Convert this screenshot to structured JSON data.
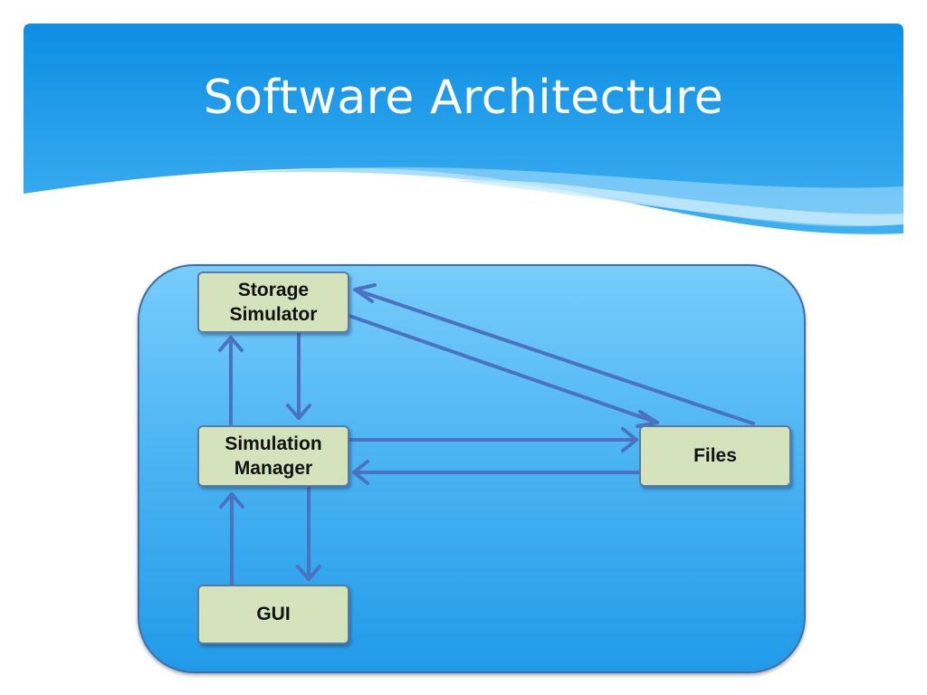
{
  "slide": {
    "title": "Software Architecture"
  },
  "diagram": {
    "nodes": {
      "storage_simulator": "Storage\nSimulator",
      "simulation_manager": "Simulation\nManager",
      "gui": "GUI",
      "files": "Files"
    },
    "edges": [
      {
        "from": "storage_simulator",
        "to": "simulation_manager"
      },
      {
        "from": "simulation_manager",
        "to": "storage_simulator"
      },
      {
        "from": "simulation_manager",
        "to": "gui"
      },
      {
        "from": "gui",
        "to": "simulation_manager"
      },
      {
        "from": "simulation_manager",
        "to": "files"
      },
      {
        "from": "files",
        "to": "simulation_manager"
      },
      {
        "from": "storage_simulator",
        "to": "files"
      },
      {
        "from": "files",
        "to": "storage_simulator"
      }
    ]
  },
  "colors": {
    "header_blue": "#1f95e6",
    "panel_blue": "#4db5f3",
    "node_fill": "#d5e3bc",
    "arrow": "#4a72c0"
  }
}
